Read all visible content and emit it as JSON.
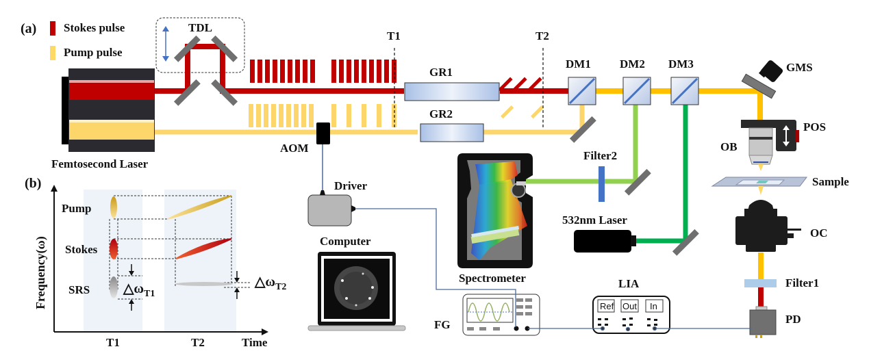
{
  "panel_a": {
    "tag": "(a)",
    "legend": [
      {
        "label": "Stokes pulse",
        "color": "#c00000"
      },
      {
        "label": "Pump pulse",
        "color": "#ffd966"
      }
    ],
    "colors": {
      "stokes": "#c00000",
      "pump": "#fcd66a",
      "combined": "#ffc000",
      "green_light": "#92d050",
      "green_dark": "#00b050",
      "mirror": "#6f6f6f",
      "signal_wire": "#4a6a9a",
      "filter": "#4472c4",
      "filter1": "#9dc3e6"
    },
    "labels": {
      "tdl": "TDL",
      "laser": "Femtosecond Laser",
      "t1": "T1",
      "t2": "T2",
      "gr1": "GR1",
      "gr2": "GR2",
      "aom": "AOM",
      "dm1": "DM1",
      "dm2": "DM2",
      "dm3": "DM3",
      "gms": "GMS",
      "pos": "POS",
      "ob": "OB",
      "sample": "Sample",
      "oc": "OC",
      "filter1": "Filter1",
      "pd": "PD",
      "filter2": "Filter2",
      "laser532": "532nm Laser",
      "driver": "Driver",
      "computer": "Computer",
      "spectrometer": "Spectrometer",
      "fg": "FG",
      "lia": "LIA"
    },
    "lia_ports": [
      "Ref",
      "Out",
      "In"
    ]
  },
  "panel_b": {
    "tag": "(b)",
    "y_axis": "Frequency(ω)",
    "x_axis": "Time",
    "x_ticks": [
      "T1",
      "T2"
    ],
    "rows": [
      "Pump",
      "Stokes",
      "SRS"
    ],
    "delta_t1": {
      "symbol": "△ω",
      "sub": "T1"
    },
    "delta_t2": {
      "symbol": "△ω",
      "sub": "T2"
    }
  }
}
